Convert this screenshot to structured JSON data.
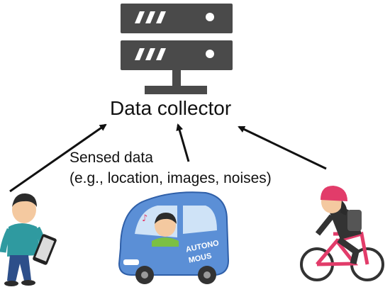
{
  "diagram": {
    "collector_label": "Data collector",
    "sensed_line1": "Sensed data",
    "sensed_line2": "(e.g., location, images, noises)",
    "car_text_line1": "AUTONO",
    "car_text_line2": "MOUS"
  },
  "colors": {
    "server": "#4a4a4a",
    "arrow": "#111111",
    "car_body": "#5b8fd6",
    "walker_shirt": "#2f9aa0",
    "bike_frame": "#e23c6a",
    "helmet": "#e23c6a"
  },
  "icons": [
    "server-icon",
    "walking-person-icon",
    "autonomous-car-icon",
    "cyclist-icon"
  ]
}
